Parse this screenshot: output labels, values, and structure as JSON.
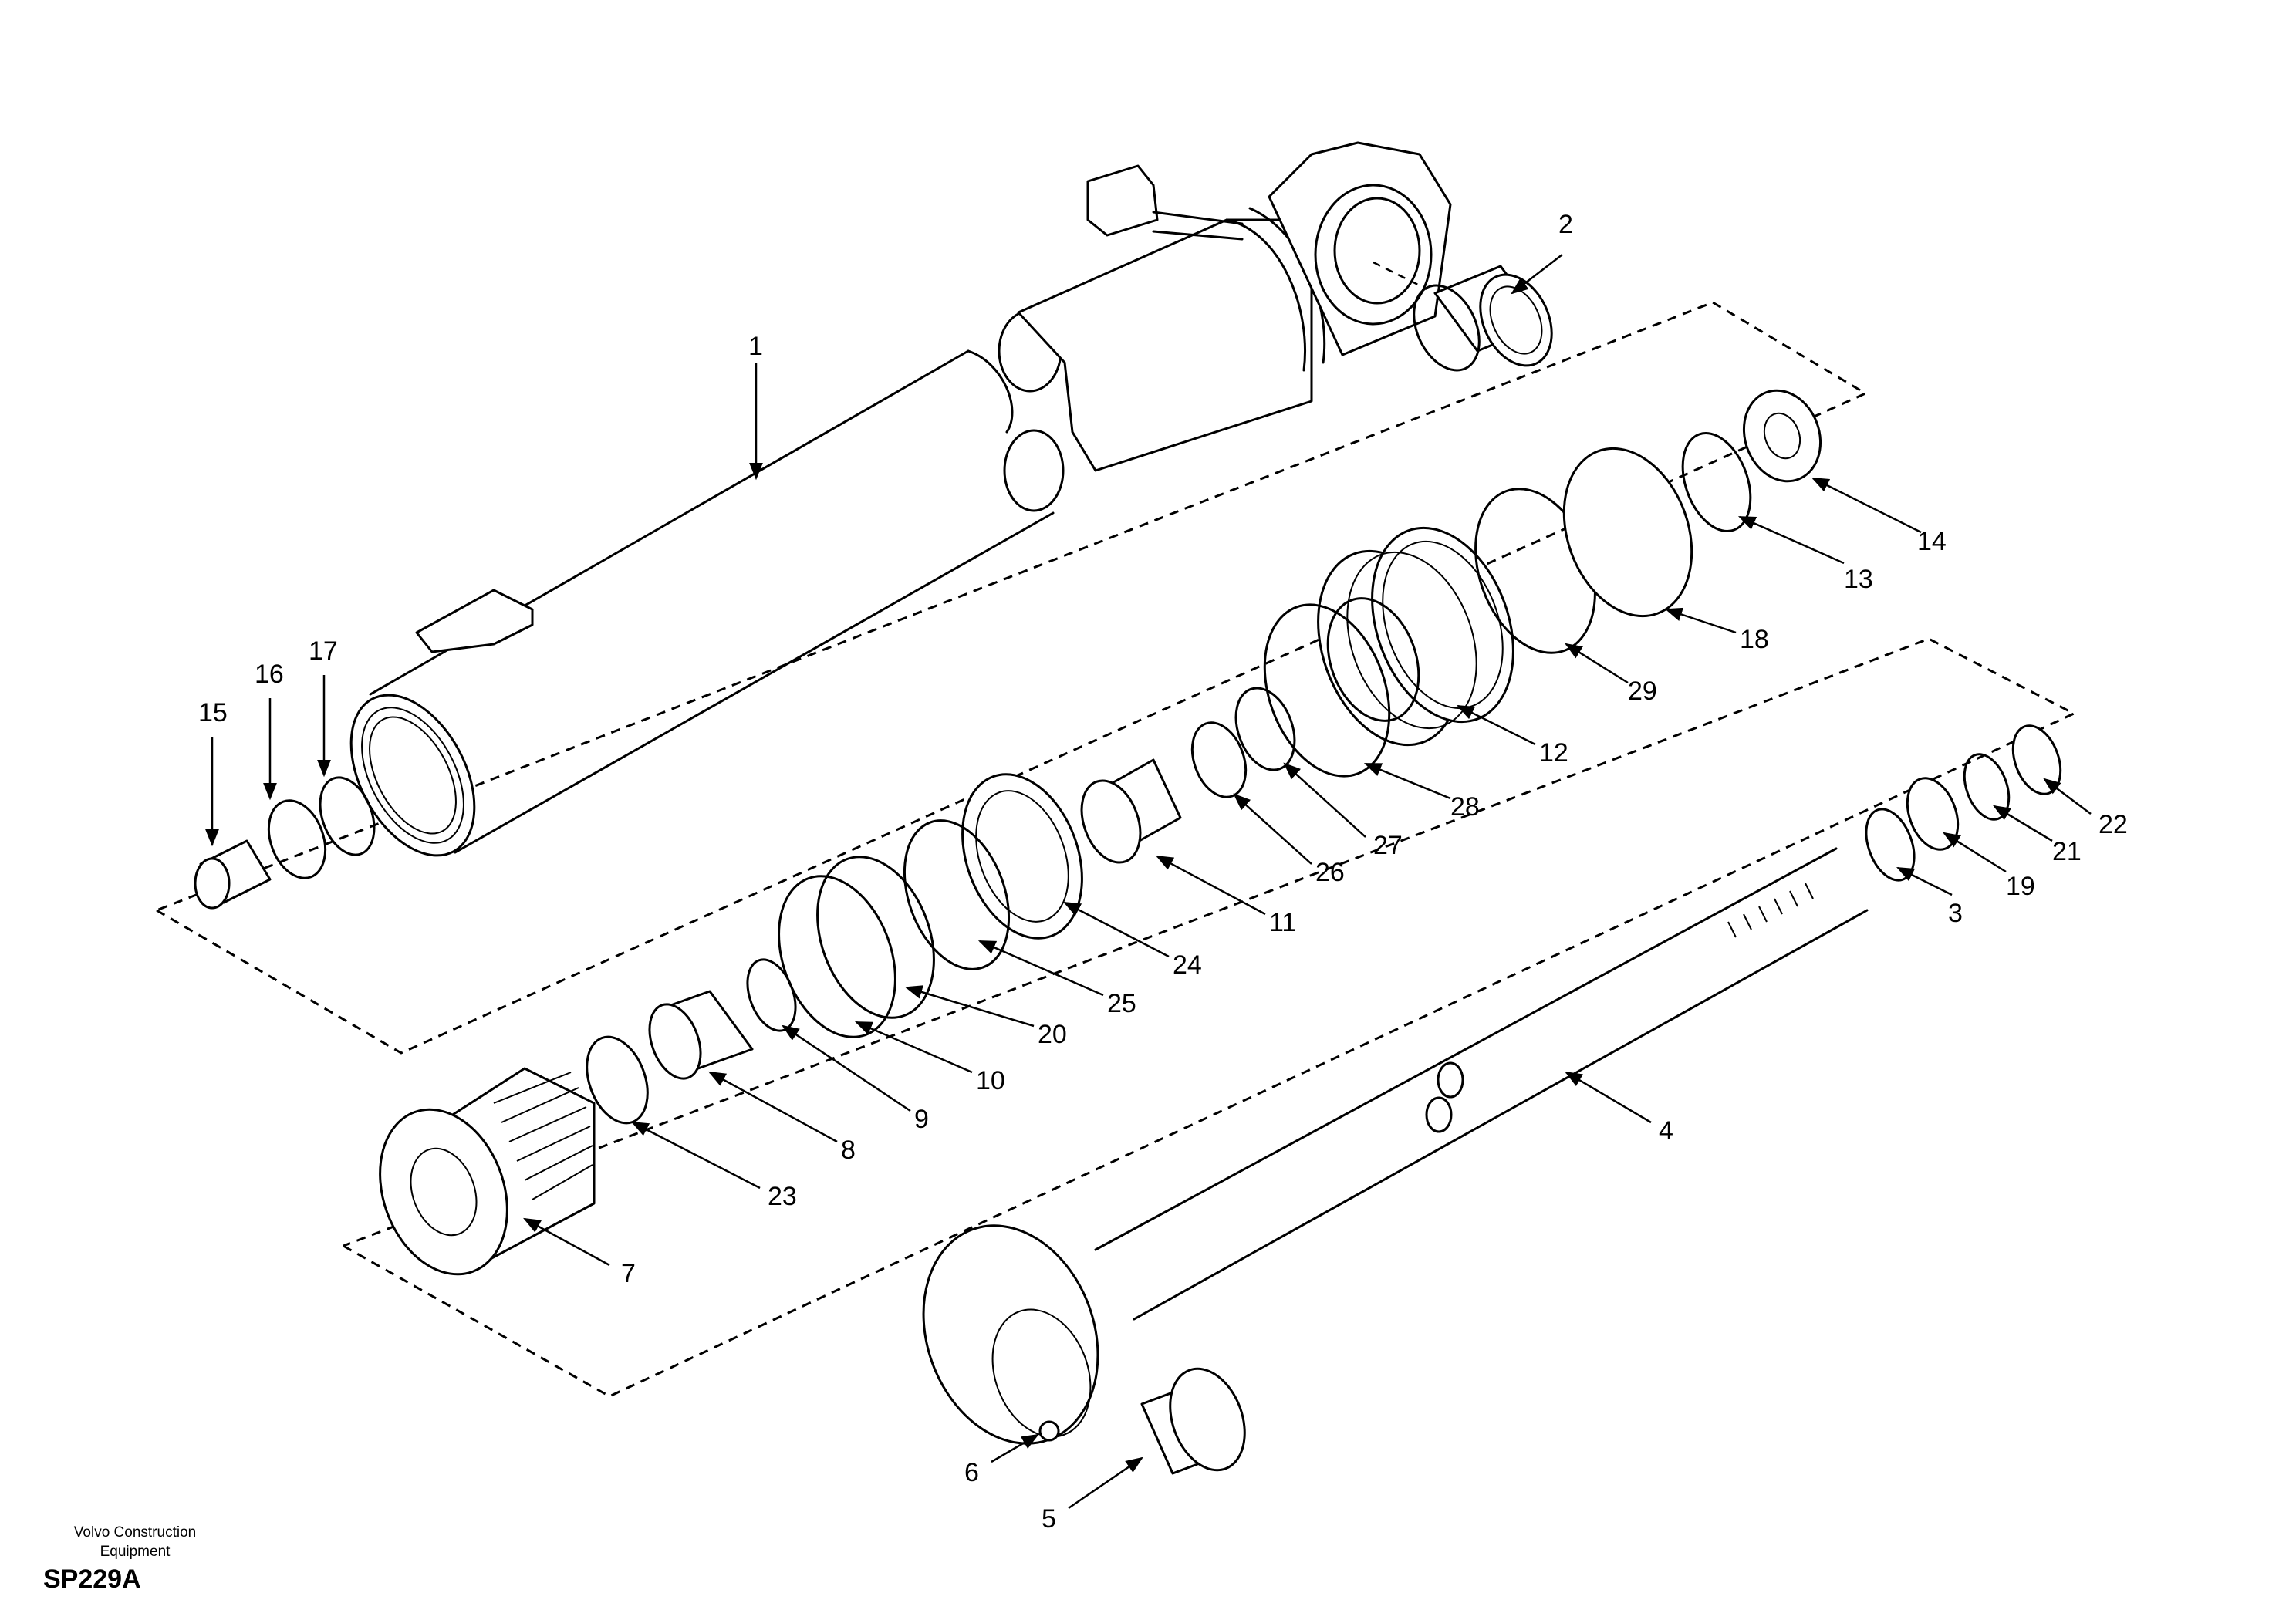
{
  "callouts": {
    "c1": "1",
    "c2": "2",
    "c3": "3",
    "c4": "4",
    "c5": "5",
    "c6": "6",
    "c7": "7",
    "c8": "8",
    "c9": "9",
    "c10": "10",
    "c11": "11",
    "c12": "12",
    "c13": "13",
    "c14": "14",
    "c15": "15",
    "c16": "16",
    "c17": "17",
    "c18": "18",
    "c19": "19",
    "c20": "20",
    "c21": "21",
    "c22": "22",
    "c23": "23",
    "c24": "24",
    "c25": "25",
    "c26": "26",
    "c27": "27",
    "c28": "28",
    "c29": "29"
  },
  "footer": {
    "brand_line1": "Volvo Construction",
    "brand_line2": "Equipment",
    "drawing_code": "SP229A"
  }
}
